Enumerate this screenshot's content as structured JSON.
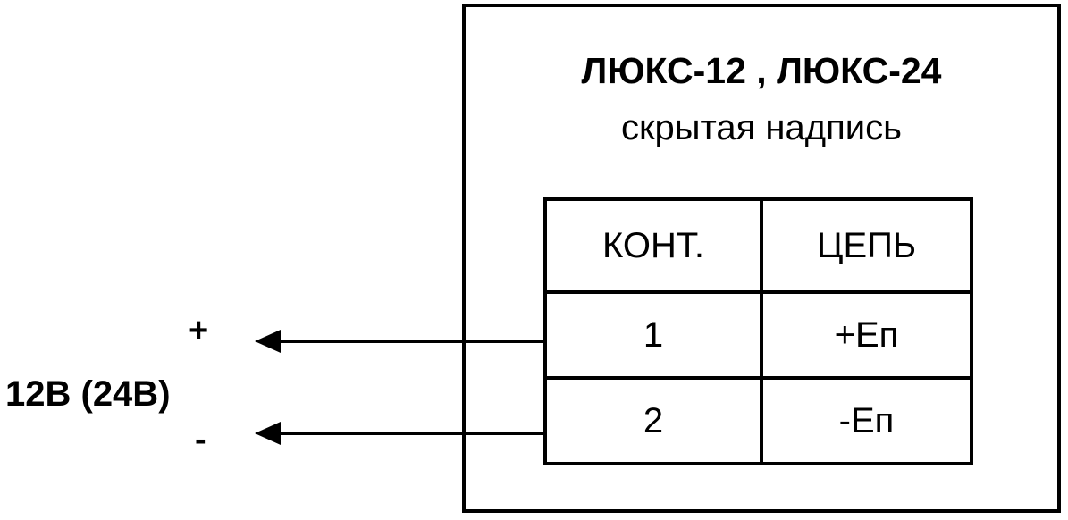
{
  "device": {
    "title": "ЛЮКС-12 , ЛЮКС-24",
    "subtitle": "скрытая надпись"
  },
  "table": {
    "headers": [
      "КОНТ.",
      "ЦЕПЬ"
    ],
    "rows": [
      {
        "contact": "1",
        "circuit": "+Еп"
      },
      {
        "contact": "2",
        "circuit": "-Еп"
      }
    ]
  },
  "power": {
    "plus": "+",
    "minus": "-",
    "voltage": "12В (24В)"
  }
}
